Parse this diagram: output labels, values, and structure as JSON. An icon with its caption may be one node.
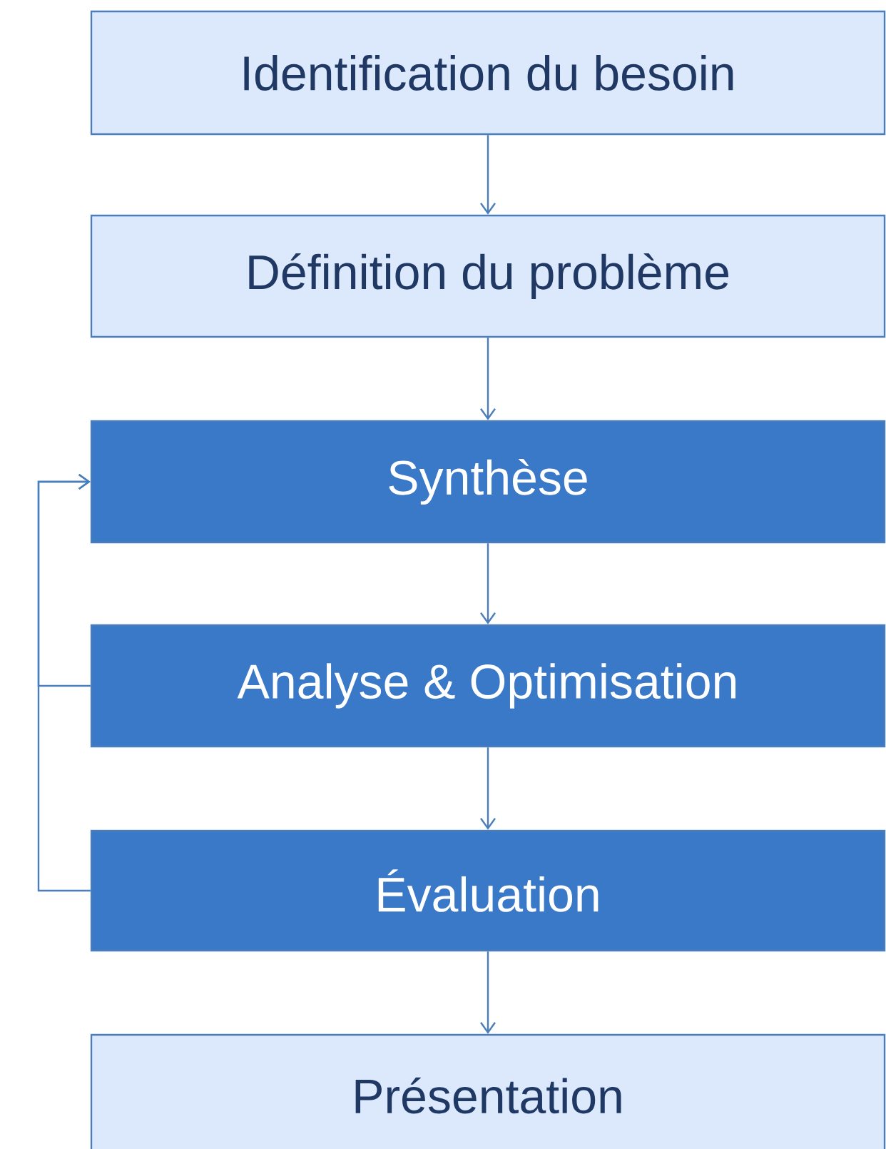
{
  "diagram": {
    "nodes": [
      {
        "text": [
          "Identification du besoin"
        ]
      },
      {
        "text": [
          "Définition du problème"
        ]
      },
      {
        "text": [
          "Synthèse"
        ]
      },
      {
        "text": [
          "Analyse & Optimisation"
        ]
      },
      {
        "text": [
          "Évaluation"
        ]
      },
      {
        "text": [
          "Présentation"
        ]
      }
    ],
    "edges": [
      {
        "from": 0,
        "to": 1,
        "arrow": "to"
      },
      {
        "from": 1,
        "to": 2,
        "arrow": "to"
      },
      {
        "from": 2,
        "to": 3,
        "arrow": "to"
      },
      {
        "from": 3,
        "to": 4,
        "arrow": "to"
      },
      {
        "from": 4,
        "to": 5,
        "arrow": "to"
      },
      {
        "from": 4,
        "to": 2,
        "arrow": "to"
      },
      {
        "from": 3,
        "to": 2,
        "arrow": "to"
      }
    ]
  }
}
